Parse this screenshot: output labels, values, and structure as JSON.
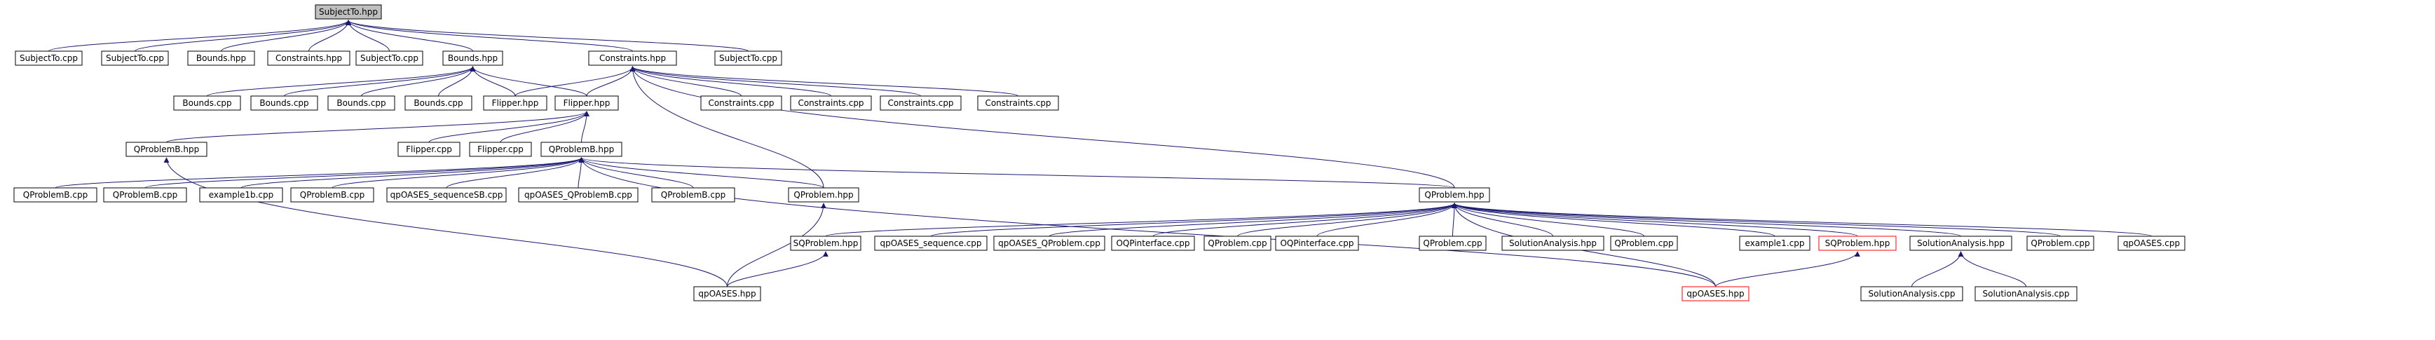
{
  "diagram": {
    "colors": {
      "edge": "#191970",
      "root_fill": "#bfbfbf",
      "red_border": "#ff0000"
    },
    "nodes": [
      {
        "id": "root",
        "label": "SubjectTo.hpp"
      },
      {
        "id": "s1",
        "label": "SubjectTo.cpp"
      },
      {
        "id": "s2",
        "label": "SubjectTo.cpp"
      },
      {
        "id": "b1",
        "label": "Bounds.hpp"
      },
      {
        "id": "c1",
        "label": "Constraints.hpp"
      },
      {
        "id": "s3",
        "label": "SubjectTo.cpp"
      },
      {
        "id": "bh",
        "label": "Bounds.hpp"
      },
      {
        "id": "ch",
        "label": "Constraints.hpp"
      },
      {
        "id": "s4",
        "label": "SubjectTo.cpp"
      },
      {
        "id": "bc1",
        "label": "Bounds.cpp"
      },
      {
        "id": "bc2",
        "label": "Bounds.cpp"
      },
      {
        "id": "bc3",
        "label": "Bounds.cpp"
      },
      {
        "id": "bc4",
        "label": "Bounds.cpp"
      },
      {
        "id": "fh1",
        "label": "Flipper.hpp"
      },
      {
        "id": "fh2",
        "label": "Flipper.hpp"
      },
      {
        "id": "cc1",
        "label": "Constraints.cpp"
      },
      {
        "id": "cc2",
        "label": "Constraints.cpp"
      },
      {
        "id": "cc3",
        "label": "Constraints.cpp"
      },
      {
        "id": "cc4",
        "label": "Constraints.cpp"
      },
      {
        "id": "qpb1",
        "label": "QProblemB.hpp"
      },
      {
        "id": "fc1",
        "label": "Flipper.cpp"
      },
      {
        "id": "fc2",
        "label": "Flipper.cpp"
      },
      {
        "id": "qpb2",
        "label": "QProblemB.hpp"
      },
      {
        "id": "qbc1",
        "label": "QProblemB.cpp"
      },
      {
        "id": "qbc2",
        "label": "QProblemB.cpp"
      },
      {
        "id": "ex1b",
        "label": "example1b.cpp"
      },
      {
        "id": "qbc3",
        "label": "QProblemB.cpp"
      },
      {
        "id": "seqsb",
        "label": "qpOASES_sequenceSB.cpp"
      },
      {
        "id": "qpqb",
        "label": "qpOASES_QProblemB.cpp"
      },
      {
        "id": "qbc4",
        "label": "QProblemB.cpp"
      },
      {
        "id": "qp1",
        "label": "QProblem.hpp"
      },
      {
        "id": "qp2",
        "label": "QProblem.hpp"
      },
      {
        "id": "sqp1",
        "label": "SQProblem.hpp"
      },
      {
        "id": "seq",
        "label": "qpOASES_sequence.cpp"
      },
      {
        "id": "qpq",
        "label": "qpOASES_QProblem.cpp"
      },
      {
        "id": "oqi1",
        "label": "OQPinterface.cpp"
      },
      {
        "id": "qpc1",
        "label": "QProblem.cpp"
      },
      {
        "id": "oqi2",
        "label": "OQPinterface.cpp"
      },
      {
        "id": "qpc2",
        "label": "QProblem.cpp"
      },
      {
        "id": "sa1",
        "label": "SolutionAnalysis.hpp"
      },
      {
        "id": "qpc3",
        "label": "QProblem.cpp"
      },
      {
        "id": "ex1",
        "label": "example1.cpp"
      },
      {
        "id": "sqp2",
        "label": "SQProblem.hpp"
      },
      {
        "id": "sa2",
        "label": "SolutionAnalysis.hpp"
      },
      {
        "id": "qpc4",
        "label": "QProblem.cpp"
      },
      {
        "id": "qpo",
        "label": "qpOASES.cpp"
      },
      {
        "id": "qph1",
        "label": "qpOASES.hpp"
      },
      {
        "id": "qph2",
        "label": "qpOASES.hpp"
      },
      {
        "id": "sac1",
        "label": "SolutionAnalysis.cpp"
      },
      {
        "id": "sac2",
        "label": "SolutionAnalysis.cpp"
      }
    ]
  }
}
